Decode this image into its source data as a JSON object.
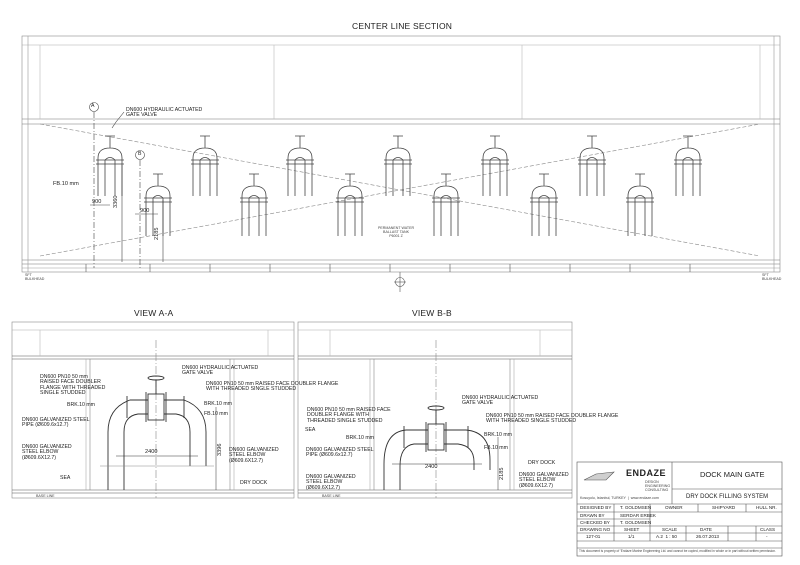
{
  "titles": {
    "center_line": "CENTER LINE SECTION",
    "view_a": "VIEW A-A",
    "view_b": "VIEW B-B"
  },
  "markers": {
    "a": "A",
    "b": "B"
  },
  "center": {
    "valve_label": "DN600 HYDRAULIC ACTUATED\nGATE VALVE",
    "fb": "FB.10 mm",
    "dim_900a": "900",
    "dim_900b": "900",
    "dim_3360": "3360",
    "dim_2185": "2185",
    "tank_label": "PERMANENT WATER\nBALLAST TANK\nP6001 Z",
    "left_tick": "SFT\nBULKHEAD",
    "right_tick": "SFT\nBULKHEAD"
  },
  "view_a": {
    "flange_label": "DN600 PN10 50 mm\nRAISED FACE DOUBLER\nFLANGE WITH THREADED\nSINGLE STUDDED",
    "valve_label": "DN600 HYDRAULIC ACTUATED\nGATE VALVE",
    "flange_label2": "DN600 PN10 50 mm RAISED FACE DOUBLER FLANGE\nWITH THREADED SINGLE STUDDED",
    "brk_left": "BRK.10 mm",
    "brk_right": "BRK.10 mm",
    "fb": "FB.10 mm",
    "pipe_label": "DN600 GALVANIZED STEEL\nPIPE (Ø609.6x12.7)",
    "elbow_left": "DN600 GALVANIZED\nSTEEL ELBOW\n(Ø609.6X12.7)",
    "elbow_right": "DN600 GALVANIZED\nSTEEL ELBOW\n(Ø609.6X12.7)",
    "dim_2400": "2400",
    "dim_3396": "3396",
    "sea": "SEA",
    "dry_dock": "DRY DOCK",
    "base_line": "BASE LINE"
  },
  "view_b": {
    "valve_label": "DN600 HYDRAULIC ACTUATED\nGATE VALVE",
    "flange_left": "DN600 PN10 50 mm RAISED FACE\nDOUBLER FLANGE WITH\nTHREADED SINGLE STUDDED",
    "flange_right": "DN600 PN10 50 mm RAISED FACE DOUBLER FLANGE\nWITH THREADED SINGLE STUDDED",
    "brk_left": "BRK.10 mm",
    "brk_right": "BRK.10 mm",
    "fb": "FB.10 mm",
    "sea": "SEA",
    "dry_dock": "DRY DOCK",
    "pipe_label": "DN600 GALVANIZED STEEL\nPIPE (Ø609.6x12.7)",
    "elbow_left": "DN600 GALVANIZED\nSTEEL ELBOW\n(Ø609.6X12.7)",
    "elbow_right": "DN600 GALVANIZED\nSTEEL ELBOW\n(Ø609.6X12.7)",
    "dim_2400": "2400",
    "dim_2185": "2185",
    "base_line": "BASE LINE"
  },
  "title_block": {
    "logo": "ENDAZE",
    "logo_sub": "DESIGN\nENGINEERING\nCONSULTING",
    "address": "Kosuyolu, Istanbul, TURKEY  |  www.endaze.com",
    "project": "DOCK MAIN GATE",
    "drawing_title": "DRY DOCK FILLING SYSTEM",
    "designed_by_label": "DESIGNED BY",
    "designed_by": "T. GOLDMSEN",
    "drawn_by_label": "DRAWN BY",
    "drawn_by": "SERDAR ERBEK",
    "checked_by_label": "CHECKED BY",
    "checked_by": "T. GOLDMSEN",
    "owner_label": "OWNER",
    "shipyard_label": "SHIPYARD",
    "hull_label": "HULL NR.",
    "drawing_no_label": "DRAWING NO",
    "sheet_label": "SHEET",
    "scale_label": "SCALE",
    "date_label": "DATE",
    "class_label": "CLASS",
    "drawing_no": "127-01",
    "sheet": "1/1",
    "scale": "A.2  1 : 50",
    "date": "26.07.2013",
    "class": "-",
    "footer": "This document is property of 'Endaze Marine Engineering Ltd. and cannot be copied, modified in whole or in part without written permission."
  },
  "colors": {
    "line": "#444444",
    "light": "#9a9a9a",
    "text": "#222222"
  }
}
